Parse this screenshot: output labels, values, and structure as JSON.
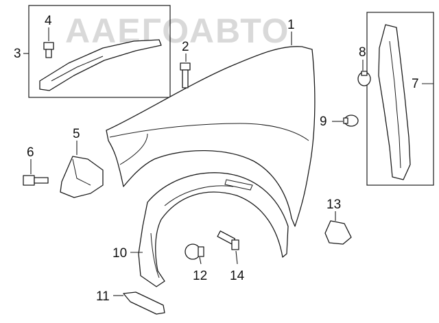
{
  "watermark": "ААЕГОАВТО",
  "callouts": [
    {
      "id": "1",
      "label": "1"
    },
    {
      "id": "2",
      "label": "2"
    },
    {
      "id": "3",
      "label": "3"
    },
    {
      "id": "4",
      "label": "4"
    },
    {
      "id": "5",
      "label": "5"
    },
    {
      "id": "6",
      "label": "6"
    },
    {
      "id": "7",
      "label": "7"
    },
    {
      "id": "8",
      "label": "8"
    },
    {
      "id": "9",
      "label": "9"
    },
    {
      "id": "10",
      "label": "10"
    },
    {
      "id": "11",
      "label": "11"
    },
    {
      "id": "12",
      "label": "12"
    },
    {
      "id": "13",
      "label": "13"
    },
    {
      "id": "14",
      "label": "14"
    }
  ],
  "colors": {
    "ink": "#1a1a1a",
    "watermark": "#d9d9d9",
    "background": "#ffffff"
  }
}
